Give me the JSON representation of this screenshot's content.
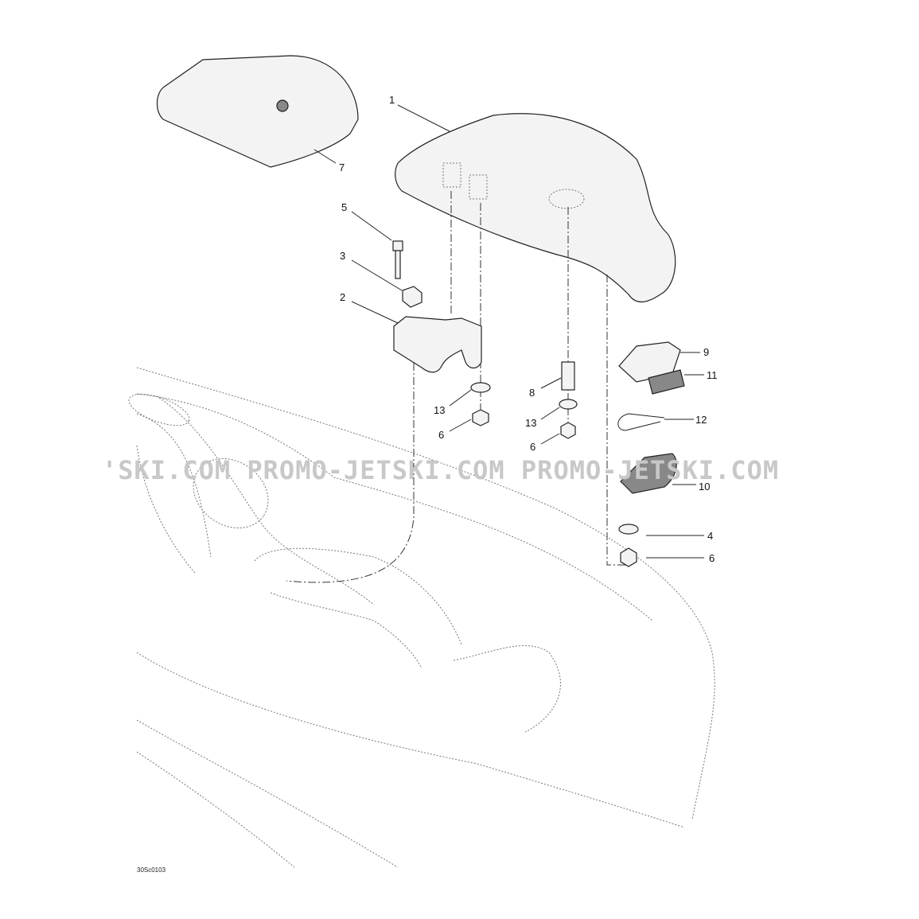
{
  "diagram": {
    "callouts": [
      {
        "id": "c1",
        "label": "1"
      },
      {
        "id": "c7",
        "label": "7"
      },
      {
        "id": "c5",
        "label": "5"
      },
      {
        "id": "c3",
        "label": "3"
      },
      {
        "id": "c2",
        "label": "2"
      },
      {
        "id": "c13a",
        "label": "13"
      },
      {
        "id": "c6a",
        "label": "6"
      },
      {
        "id": "c8",
        "label": "8"
      },
      {
        "id": "c13b",
        "label": "13"
      },
      {
        "id": "c6b",
        "label": "6"
      },
      {
        "id": "c9",
        "label": "9"
      },
      {
        "id": "c11",
        "label": "11"
      },
      {
        "id": "c12",
        "label": "12"
      },
      {
        "id": "c10",
        "label": "10"
      },
      {
        "id": "c4",
        "label": "4"
      },
      {
        "id": "c6c",
        "label": "6"
      }
    ],
    "watermark": "'SKI.COM  PROMO-JETSKI.COM  PROMO-JETSKI.COM",
    "drawing_code": "30Sc0103"
  }
}
